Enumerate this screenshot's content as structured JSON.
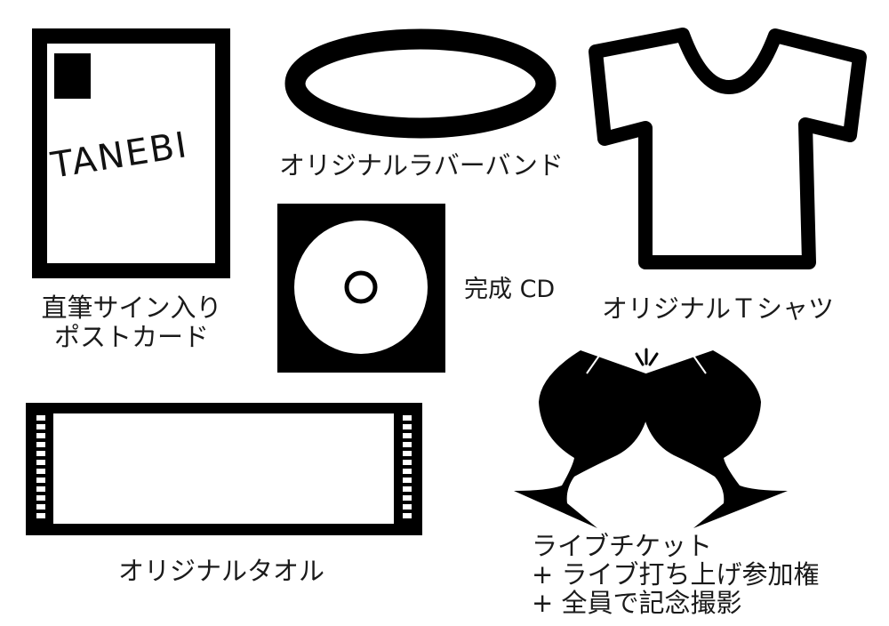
{
  "colors": {
    "ink": "#000000",
    "background": "#ffffff",
    "text": "#1a1a1a"
  },
  "items": [
    {
      "id": "postcard",
      "icon": "postcard-icon",
      "logo_text": "TANEBI",
      "label_lines": [
        "直筆サイン入り",
        "ポストカード"
      ]
    },
    {
      "id": "rubber-band",
      "icon": "rubber-band-icon",
      "label": "オリジナルラバーバンド"
    },
    {
      "id": "cd",
      "icon": "cd-icon",
      "label": "完成 CD"
    },
    {
      "id": "tshirt",
      "icon": "tshirt-icon",
      "label": "オリジナルＴシャツ"
    },
    {
      "id": "towel",
      "icon": "towel-icon",
      "label": "オリジナルタオル"
    },
    {
      "id": "live-ticket",
      "icon": "toasting-glasses-icon",
      "label_lines": [
        "ライブチケット",
        "+ ライブ打ち上げ参加権",
        "+ 全員で記念撮影"
      ]
    }
  ]
}
